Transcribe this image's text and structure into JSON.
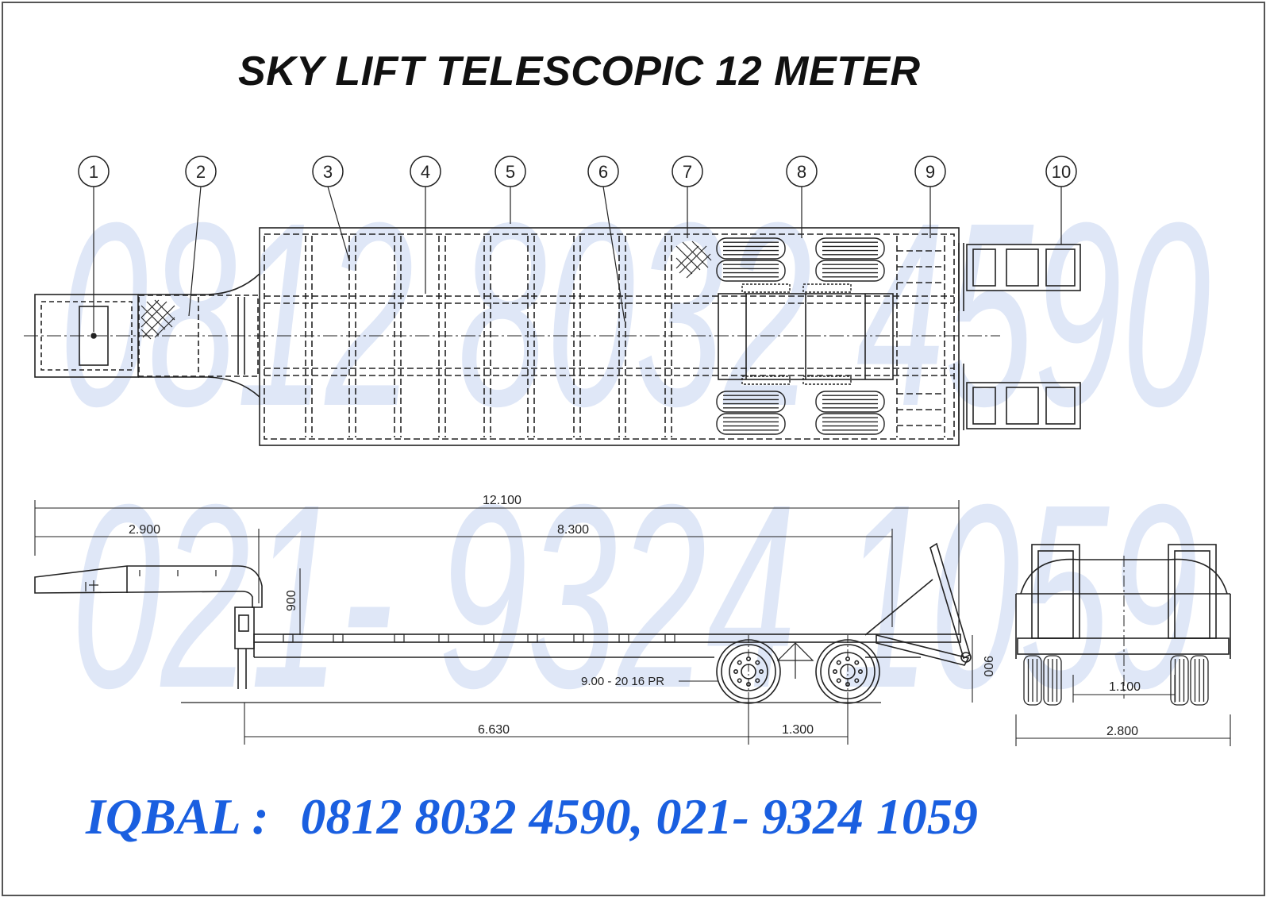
{
  "title": "SKY LIFT TELESCOPIC 12 METER",
  "watermark": {
    "line1": "0812 8032 4590",
    "line2": "021- 9324 1059",
    "color": "#dfe7f7"
  },
  "callouts": [
    "1",
    "2",
    "3",
    "4",
    "5",
    "6",
    "7",
    "8",
    "9",
    "10"
  ],
  "dimensions": {
    "overall_length": "12.100",
    "gooseneck_length": "2.900",
    "deck_length": "8.300",
    "gooseneck_height": "900",
    "ramp_height": "900",
    "tyre_spec": "9.00 - 20 16 PR",
    "kingpin_to_axle": "6.630",
    "axle_spacing": "1.300",
    "track_width": "1.100",
    "overall_width": "2.800"
  },
  "contact": {
    "name": "IQBAL",
    "separator": ":",
    "phones": "0812 8032 4590, 021- 9324 1059",
    "color": "#1a5fe0"
  }
}
